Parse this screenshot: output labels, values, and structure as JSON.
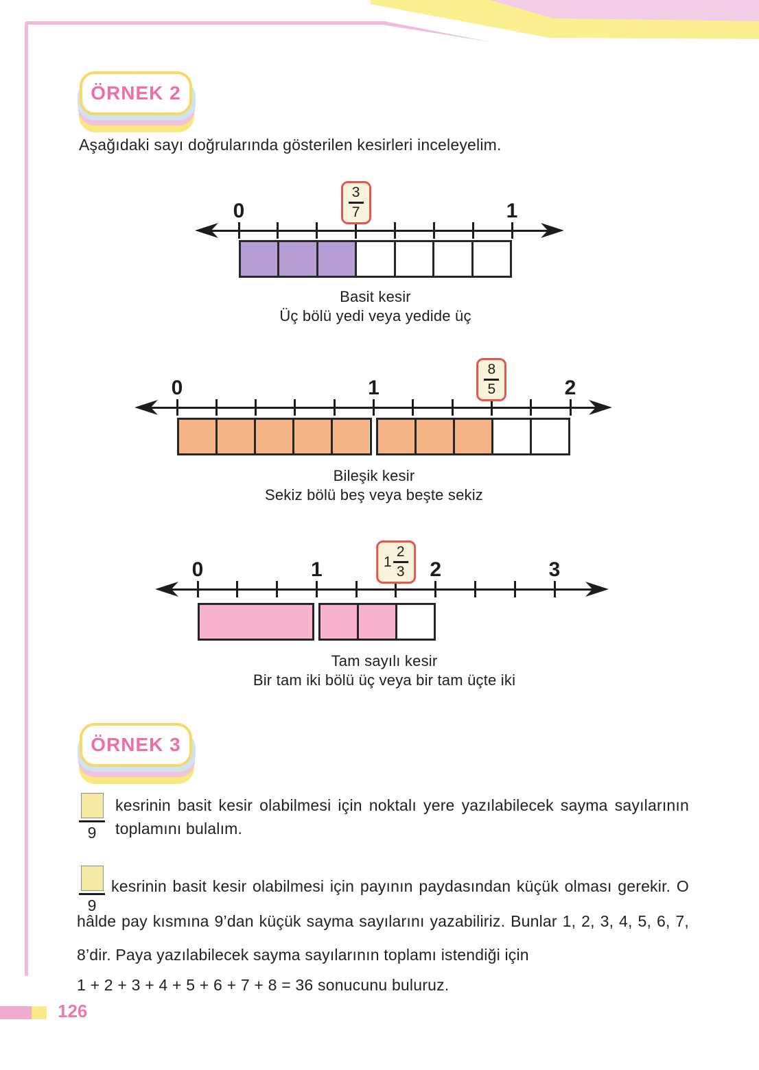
{
  "page": {
    "intro": "Aşağıdaki sayı doğrularında gösterilen kesirleri inceleyelim.",
    "page_number": "126"
  },
  "badges": {
    "ornek2": "ÖRNEK 2",
    "ornek3": "ÖRNEK 3"
  },
  "colors": {
    "purple": "#b69dd3",
    "orange": "#f5b388",
    "pink_bar": "#f8b3cf",
    "badge_bg": "#faf3dc",
    "badge_border": "#e2584e",
    "accent_pink": "#ee6ea9",
    "frame_pink": "#f0bcdc",
    "ribbon_pink": "#f3cce5",
    "ribbon_yellow": "#faf08f",
    "blank_box_yellow": "#f5e9a3",
    "page_number_pink": "#e87bb0"
  },
  "figures": [
    {
      "name": "basit-kesir-3-7",
      "axis_labels": [
        {
          "text": "0",
          "t": 0
        },
        {
          "text": "1",
          "t": 1
        }
      ],
      "tick_count": 8,
      "fraction_badge": {
        "whole": "",
        "numerator": "3",
        "denominator": "7",
        "t": 0.42857
      },
      "bar": {
        "fill": "#b69dd3",
        "groups": [
          {
            "cells": 7,
            "filled": 3
          }
        ],
        "groups_t": [
          {
            "t0": 0,
            "t1": 1
          }
        ]
      },
      "caption_title": "Basit kesir",
      "caption_sub": "Üç bölü yedi veya yedide üç"
    },
    {
      "name": "bilesik-kesir-8-5",
      "axis_labels": [
        {
          "text": "0",
          "t": 0
        },
        {
          "text": "1",
          "t": 0.5
        },
        {
          "text": "2",
          "t": 1
        }
      ],
      "tick_count": 11,
      "fraction_badge": {
        "whole": "",
        "numerator": "8",
        "denominator": "5",
        "t": 0.8
      },
      "bar": {
        "fill": "#f5b388",
        "groups": [
          {
            "cells": 5,
            "filled": 5
          },
          {
            "cells": 5,
            "filled": 3
          }
        ],
        "groups_t": [
          {
            "t0": 0,
            "t1": 0.5
          },
          {
            "t0": 0.5,
            "t1": 1
          }
        ]
      },
      "caption_title": "Bileşik kesir",
      "caption_sub": "Sekiz bölü beş veya beşte sekiz"
    },
    {
      "name": "tam-sayili-kesir-1-2-3",
      "axis_labels": [
        {
          "text": "0",
          "t": 0
        },
        {
          "text": "1",
          "t": 0.33333
        },
        {
          "text": "2",
          "t": 0.66667
        },
        {
          "text": "3",
          "t": 1
        }
      ],
      "tick_count": 10,
      "fraction_badge": {
        "whole": "1",
        "numerator": "2",
        "denominator": "3",
        "t": 0.55556
      },
      "bar": {
        "fill": "#f8b3cf",
        "groups": [
          {
            "cells": 1,
            "filled": 1
          },
          {
            "cells": 3,
            "filled": 2
          }
        ],
        "groups_t": [
          {
            "t0": 0,
            "t1": 0.33333
          },
          {
            "t0": 0.33333,
            "t1": 0.66667
          }
        ]
      },
      "caption_title": "Tam sayılı kesir",
      "caption_sub": "Bir tam iki bölü üç veya bir tam üçte iki"
    }
  ],
  "example3": {
    "fraction": {
      "numerator": "",
      "denominator": "9"
    },
    "problem_line1": "kesrinin basit kesir olabilmesi için noktalı yere yazılabilecek sayma sayılarının",
    "problem_line2": "toplamını bulalım.",
    "solution_line1": "kesrinin basit kesir olabilmesi için payının paydasından küçük olması gerekir. O",
    "solution_line2": "hâlde pay kısmına 9’dan küçük sayma sayılarını yazabiliriz. Bunlar 1, 2, 3, 4, 5, 6, 7,",
    "solution_line3": "8’dir. Paya yazılabilecek sayma sayılarının toplamı istendiği için",
    "solution_line4": "1 + 2 + 3 + 4 + 5 + 6 + 7 + 8 = 36 sonucunu buluruz."
  }
}
